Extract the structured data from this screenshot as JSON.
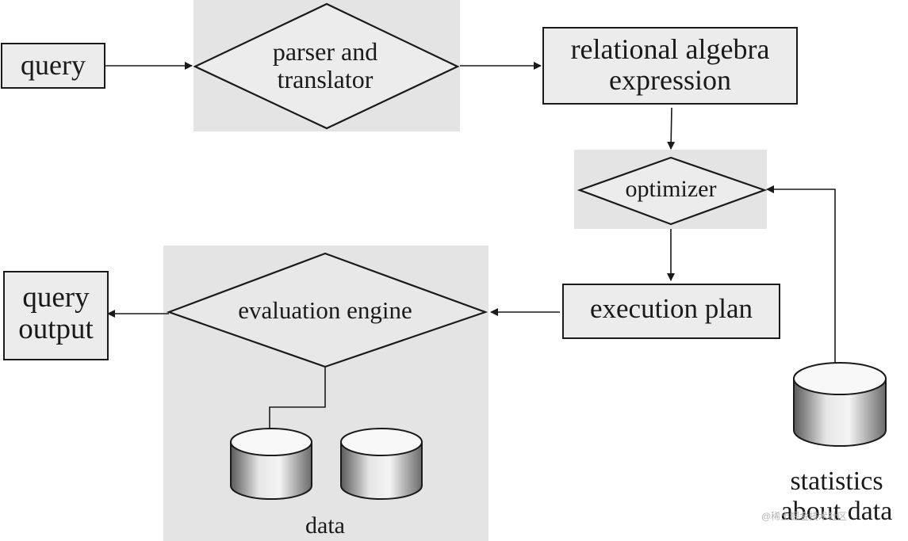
{
  "nodes": {
    "query": {
      "label": "query"
    },
    "parser": {
      "label": "parser and\ntranslator"
    },
    "relational_algebra": {
      "label": "relational algebra\nexpression"
    },
    "optimizer": {
      "label": "optimizer"
    },
    "execution_plan": {
      "label": "execution plan"
    },
    "evaluation_engine": {
      "label": "evaluation engine"
    },
    "query_output": {
      "label": "query\noutput"
    },
    "data": {
      "label": "data"
    },
    "statistics": {
      "label": "statistics\nabout data"
    }
  },
  "watermark": "@稀土掘金技术社区",
  "colors": {
    "panel": "#e4e4e4",
    "box_fill": "#ececec",
    "stroke": "#1a1a1a"
  }
}
